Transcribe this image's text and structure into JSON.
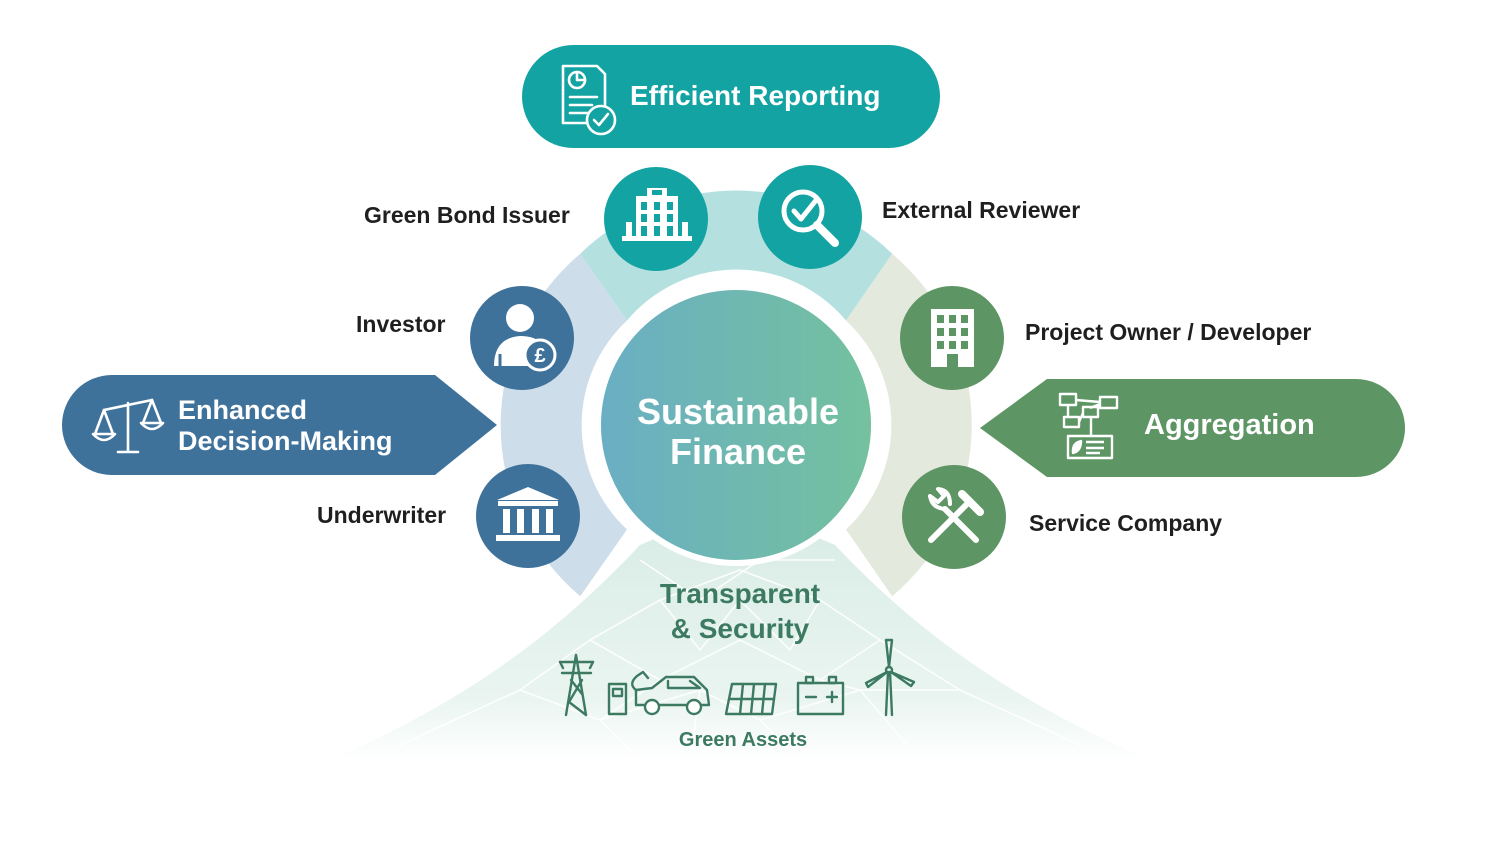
{
  "center": {
    "line1": "Sustainable",
    "line2": "Finance"
  },
  "pillars": {
    "top": "Efficient Reporting",
    "left_line1": "Enhanced",
    "left_line2": "Decision-Making",
    "right": "Aggregation"
  },
  "roles": {
    "green_bond_issuer": "Green Bond Issuer",
    "external_reviewer": "External Reviewer",
    "investor": "Investor",
    "underwriter": "Underwriter",
    "project_owner": "Project Owner / Developer",
    "service_company": "Service Company"
  },
  "base": {
    "line1": "Transparent",
    "line2": "& Security",
    "assets_label": "Green Assets"
  },
  "icons": [
    "report-check-icon",
    "building-icon",
    "magnifier-check-icon",
    "investor-pound-icon",
    "scales-icon",
    "bank-icon",
    "office-building-icon",
    "network-icon",
    "tools-icon",
    "power-pylon-icon",
    "ev-charger-icon",
    "electric-car-icon",
    "solar-panel-icon",
    "battery-icon",
    "wind-turbine-icon"
  ],
  "colors": {
    "teal": "#14a3a3",
    "blue": "#3f729b",
    "green": "#5e9564",
    "center_left": "#6aaec4",
    "center_right": "#74c19e",
    "base_text": "#3d7a62"
  }
}
